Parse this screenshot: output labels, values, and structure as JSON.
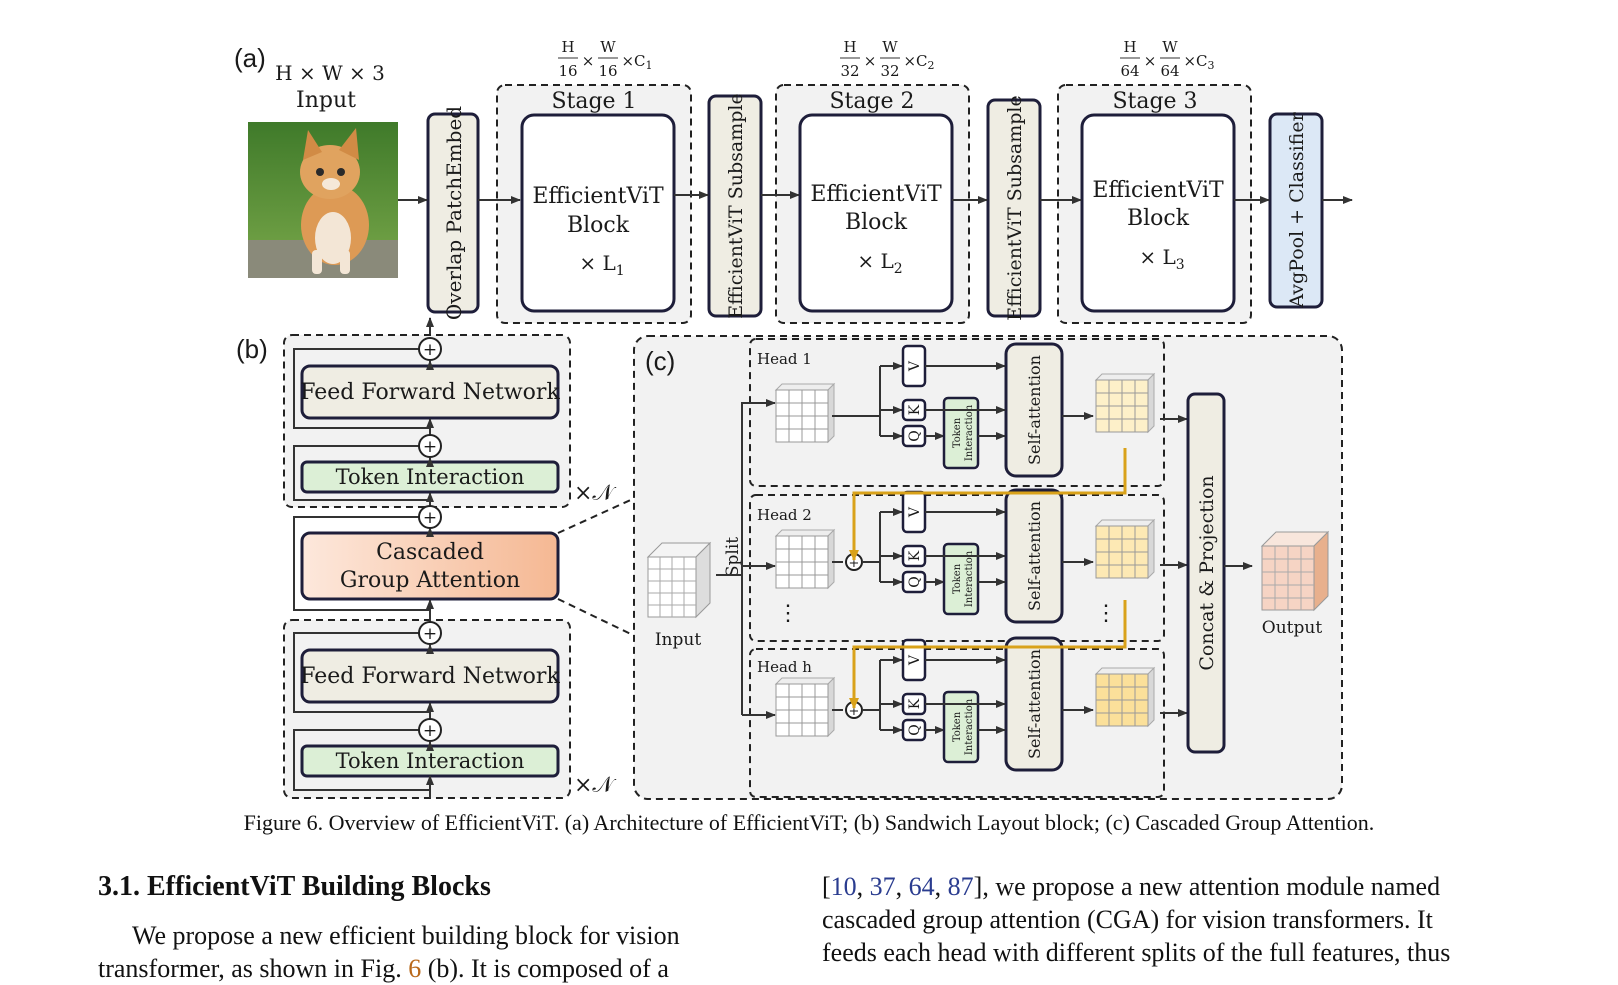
{
  "figure": {
    "panel_a": {
      "label": "(a)",
      "input_dims": "H × W × 3",
      "input_label": "Input",
      "patch_embed": "Overlap PatchEmbed",
      "subsample": "EfficientViT Subsample",
      "classifier": "AvgPool + Classifier",
      "block_line1": "EfficientViT",
      "block_line2": "Block",
      "stages": [
        {
          "name": "Stage 1",
          "h": "H",
          "h_div": "16",
          "w": "W",
          "w_div": "16",
          "c": "C",
          "c_sub": "1",
          "rep": "× L",
          "rep_sub": "1"
        },
        {
          "name": "Stage 2",
          "h": "H",
          "h_div": "32",
          "w": "W",
          "w_div": "32",
          "c": "C",
          "c_sub": "2",
          "rep": "× L",
          "rep_sub": "2"
        },
        {
          "name": "Stage 3",
          "h": "H",
          "h_div": "64",
          "w": "W",
          "w_div": "64",
          "c": "C",
          "c_sub": "3",
          "rep": "× L",
          "rep_sub": "3"
        }
      ],
      "times": "×"
    },
    "panel_b": {
      "label": "(b)",
      "ffn": "Feed Forward Network",
      "token_interaction": "Token Interaction",
      "cga_line1": "Cascaded",
      "cga_line2": "Group Attention",
      "repeat": "×𝒩",
      "plus": "+"
    },
    "panel_c": {
      "label": "(c)",
      "input_label": "Input",
      "split": "Split",
      "heads": [
        "Head 1",
        "Head 2",
        "Head h"
      ],
      "v": "V",
      "k": "K",
      "q": "Q",
      "token_line1": "Token",
      "token_line2": "Interaction",
      "self_attention": "Self-attention",
      "concat": "Concat & Projection",
      "output_label": "Output",
      "dots": "⋮"
    },
    "colors": {
      "panel_bg": "#f2f2f2",
      "box_fill": "#efede3",
      "token_fill": "#dcefd6",
      "cga_fill": "#f5bf9f",
      "classifier_fill": "#dce8f6",
      "cascade_arrow": "#d9a21a",
      "grid_yellow": "#fbe7b2",
      "grid_peach": "#f6d4c4"
    }
  },
  "caption": "Figure 6. Overview of EfficientViT. (a) Architecture of EfficientViT; (b) Sandwich Layout block; (c) Cascaded Group Attention.",
  "section": {
    "title": "3.1. EfficientViT Building Blocks",
    "left_line1": "We propose a new efficient building block for vision",
    "left_line2_a": "transformer, as shown in Fig.",
    "left_line2_ref": "6",
    "left_line2_b": "(b). It is composed of a",
    "right_line1_open": "[",
    "right_refs": [
      "10",
      "37",
      "64",
      "87"
    ],
    "right_line1_close": "], we propose a new attention module named",
    "right_line2": "cascaded group attention (CGA) for vision transformers. It",
    "right_line3": "feeds each head with different splits of the full features, thus"
  }
}
